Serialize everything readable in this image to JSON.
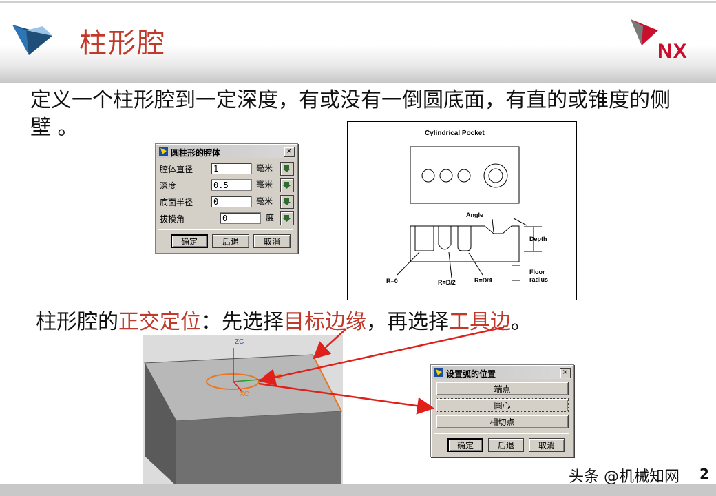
{
  "slide": {
    "title": "柱形腔",
    "logo_text": "NX",
    "description": "定义一个柱形腔到一定深度，有或没有一倒圆底面，有直的或锥度的侧壁 。",
    "subtitle": {
      "part1": "柱形腔的",
      "part2": "正交定位",
      "part3": "：先选择",
      "part4": "目标边缘",
      "part5": "，再选择",
      "part6": "工具边",
      "part7": "。"
    },
    "watermark": "头条 @机械知网",
    "page_number": "2"
  },
  "pocket_dialog": {
    "title": "圆柱形的腔体",
    "close": "×",
    "rows": [
      {
        "label": "腔体直径",
        "value": "1",
        "unit": "毫米"
      },
      {
        "label": "深度",
        "value": "0.5",
        "unit": "毫米"
      },
      {
        "label": "底面半径",
        "value": "0",
        "unit": "毫米"
      },
      {
        "label": "拔模角",
        "value": "0",
        "unit": "度"
      }
    ],
    "buttons": {
      "ok": "确定",
      "back": "后退",
      "cancel": "取消"
    }
  },
  "diagram": {
    "title": "Cylindrical  Pocket",
    "angle": "Angle",
    "depth": "Depth",
    "floor_radius_1": "Floor",
    "floor_radius_2": "radius",
    "r0": "R=0",
    "r2": "R=D/2",
    "r4": "R=D/4"
  },
  "cad_view": {
    "zc": "ZC",
    "yc": "YC",
    "xc": "XC"
  },
  "arc_dialog": {
    "title": "设置弧的位置",
    "close": "×",
    "options": [
      "端点",
      "圆心",
      "相切点"
    ],
    "buttons": {
      "ok": "确定",
      "back": "后退",
      "cancel": "取消"
    }
  },
  "colors": {
    "title_red": "#c0392b",
    "nx_red": "#c8102e",
    "arrow_red": "#e0201a",
    "circle_orange": "#e87722"
  }
}
